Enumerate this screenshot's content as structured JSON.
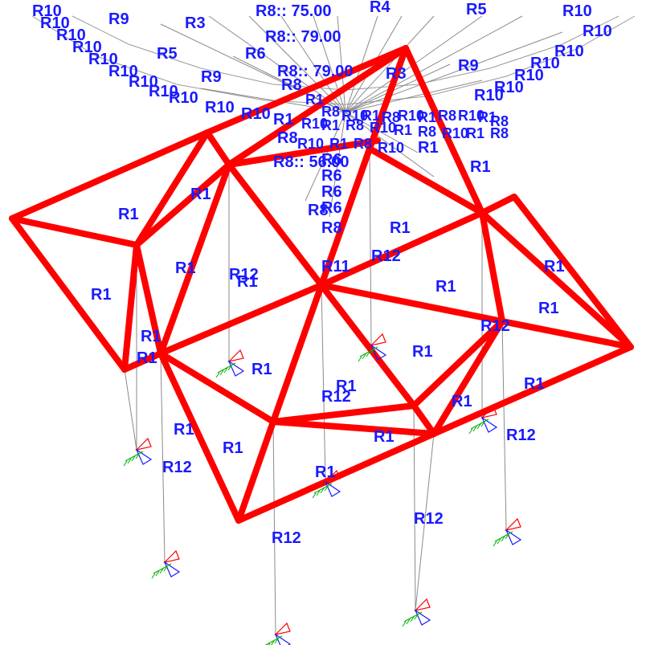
{
  "section_labels": {
    "r1": "R1",
    "r3": "R3",
    "r4": "R4",
    "r5": "R5",
    "r6": "R6",
    "r8": "R8",
    "r9": "R9",
    "r10": "R10",
    "r11": "R11",
    "r12": "R12",
    "r8_angle": "R8:: 75.00",
    "r8_angle_2": "R8:: 79.00",
    "r8_angle_3": "R8:: 79.00",
    "r8_angle_4": "R8:: 56.00"
  },
  "colors": {
    "beam": "#ff0000",
    "label": "#1a1aff",
    "member": "#8a8a8a",
    "support_red": "#ff0000",
    "support_blue": "#1a1aff",
    "support_green": "#00b000"
  }
}
